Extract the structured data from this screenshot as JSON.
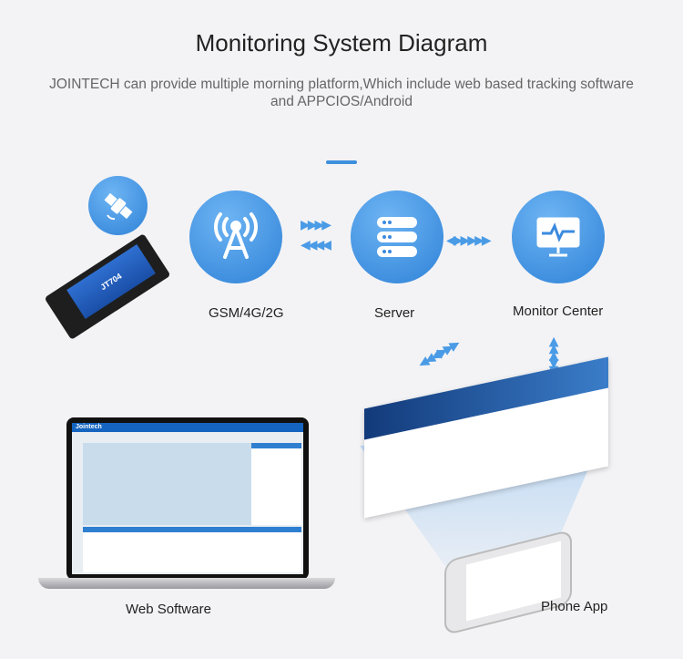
{
  "title": "Monitoring System Diagram",
  "subtitle": "JOINTECH can provide multiple morning platform,Which include web based tracking software and APPCIOS/Android",
  "nodes": {
    "gsm": "GSM/4G/2G",
    "server": "Server",
    "monitor": "Monitor Center",
    "web": "Web Software",
    "phone": "Phone App"
  },
  "device": {
    "model": "JT704"
  },
  "web_app": {
    "brand": "Jointech"
  },
  "accent": "#3d8fdc"
}
